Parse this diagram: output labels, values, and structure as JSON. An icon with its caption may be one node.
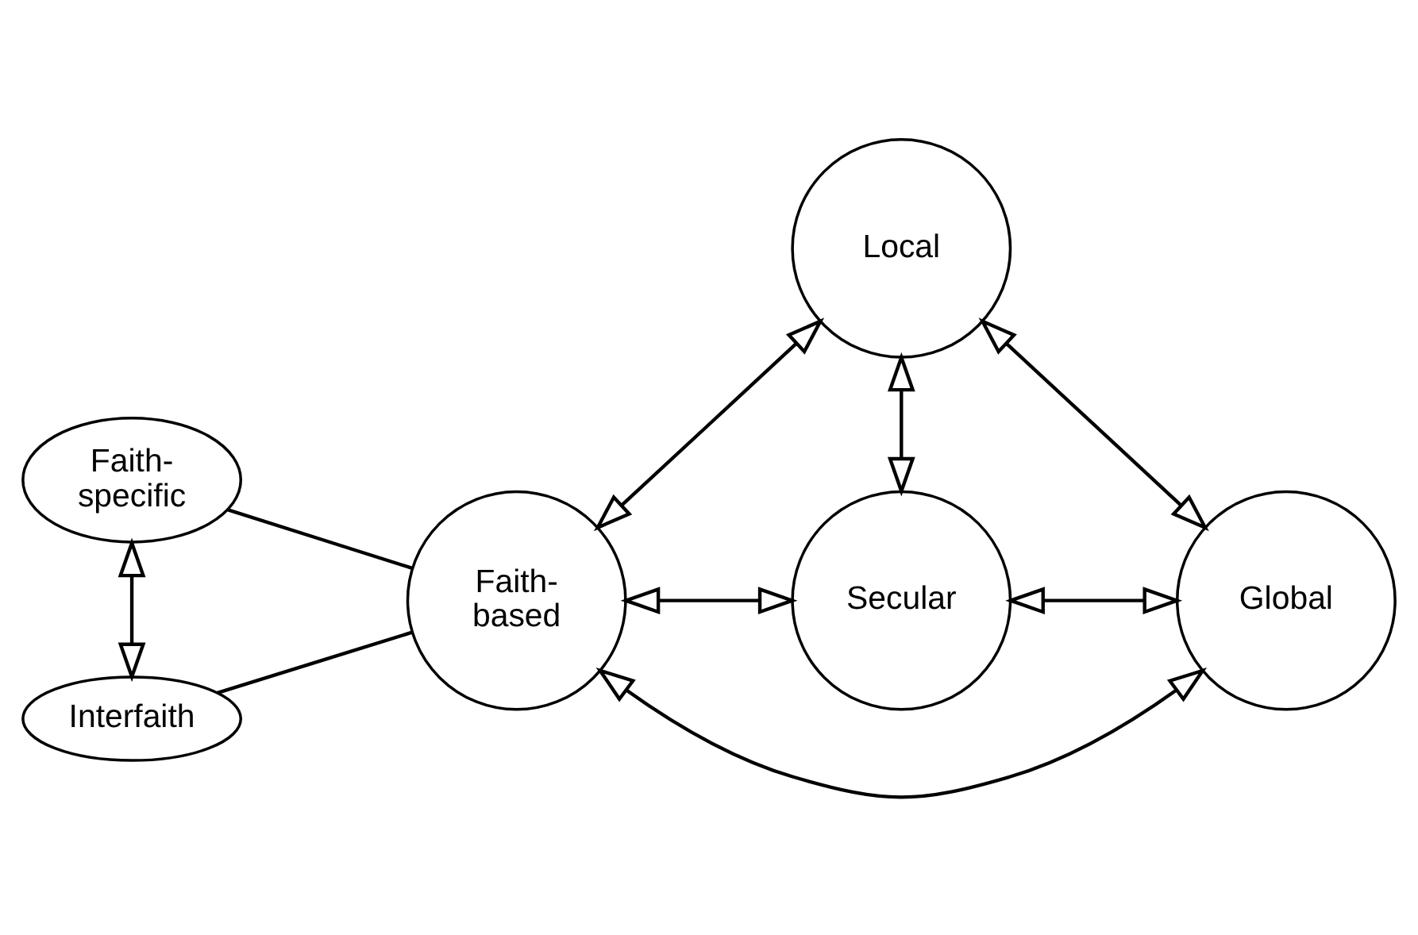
{
  "diagram": {
    "nodes": [
      {
        "text": [
          "Faith- specific"
        ]
      },
      {
        "text": [
          "Interfaith"
        ]
      },
      {
        "text": [
          "Faith- based"
        ]
      },
      {
        "text": [
          "Local"
        ]
      },
      {
        "text": [
          "Global"
        ]
      },
      {
        "text": [
          "Secular"
        ]
      }
    ],
    "edges": [
      {
        "from": 0,
        "to": 1,
        "arrow": "both"
      },
      {
        "from": 0,
        "to": 2,
        "arrow": "none"
      },
      {
        "from": 1,
        "to": 2,
        "arrow": "none"
      },
      {
        "from": 2,
        "to": 3,
        "arrow": "both"
      },
      {
        "from": 3,
        "to": 4,
        "arrow": "both"
      },
      {
        "from": 2,
        "to": 4,
        "arrow": "both"
      },
      {
        "from": 3,
        "to": 5,
        "arrow": "both"
      },
      {
        "from": 2,
        "to": 5,
        "arrow": "both"
      },
      {
        "from": 5,
        "to": 4,
        "arrow": "both"
      }
    ]
  }
}
